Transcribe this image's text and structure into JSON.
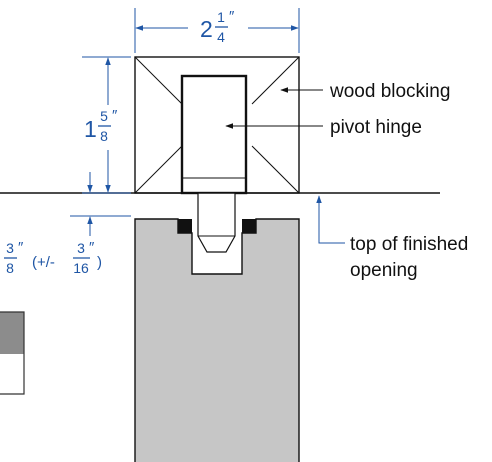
{
  "dimensions": {
    "width": {
      "whole": "2",
      "num": "1",
      "den": "4",
      "unit": "″"
    },
    "height": {
      "whole": "1",
      "num": "5",
      "den": "8",
      "unit": "″"
    },
    "gap": {
      "num": "3",
      "den": "8",
      "unit": "″",
      "tol_prefix": "(+/-",
      "tol_num": "3",
      "tol_den": "16",
      "tol_unit": "″",
      "tol_suffix": ")"
    }
  },
  "callouts": {
    "wood_blocking": "wood blocking",
    "pivot_hinge": "pivot hinge",
    "top_opening_line1": "top of finished",
    "top_opening_line2": "opening"
  },
  "colors": {
    "dimension": "#1f56a5",
    "door": "#c6c6c6",
    "side_shade": "#8c8c8c",
    "seal": "#111111"
  }
}
